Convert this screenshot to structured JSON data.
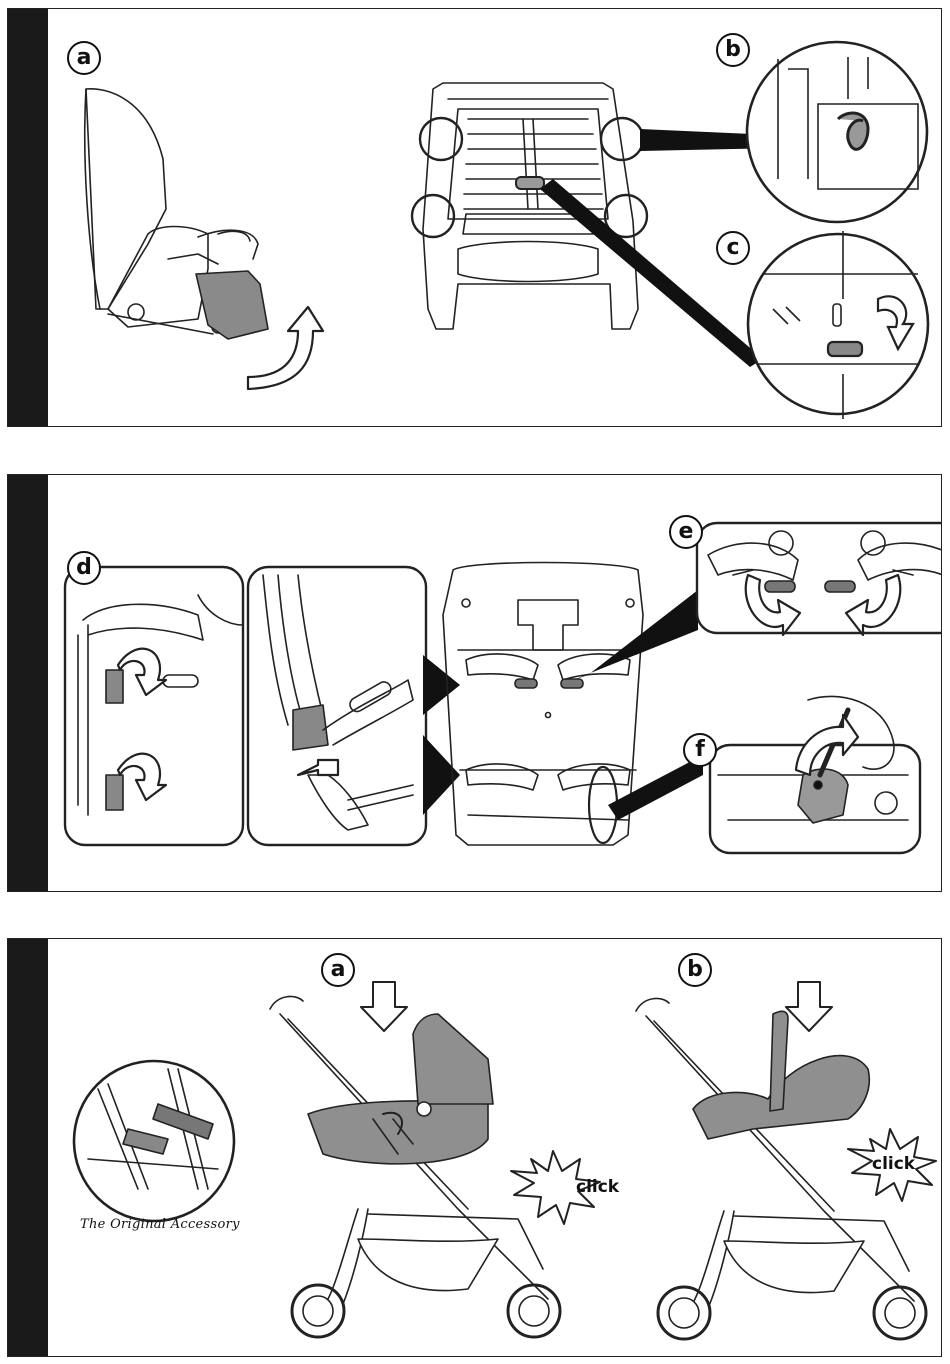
{
  "panel1": {
    "labels": {
      "a": "a",
      "b": "b",
      "c": "c"
    }
  },
  "panel2": {
    "labels": {
      "d": "d",
      "e": "e",
      "f": "f"
    }
  },
  "panel3": {
    "labels": {
      "a": "a",
      "b": "b"
    },
    "caption": "The Original Accessory",
    "click_a": "click",
    "click_b": "click"
  }
}
